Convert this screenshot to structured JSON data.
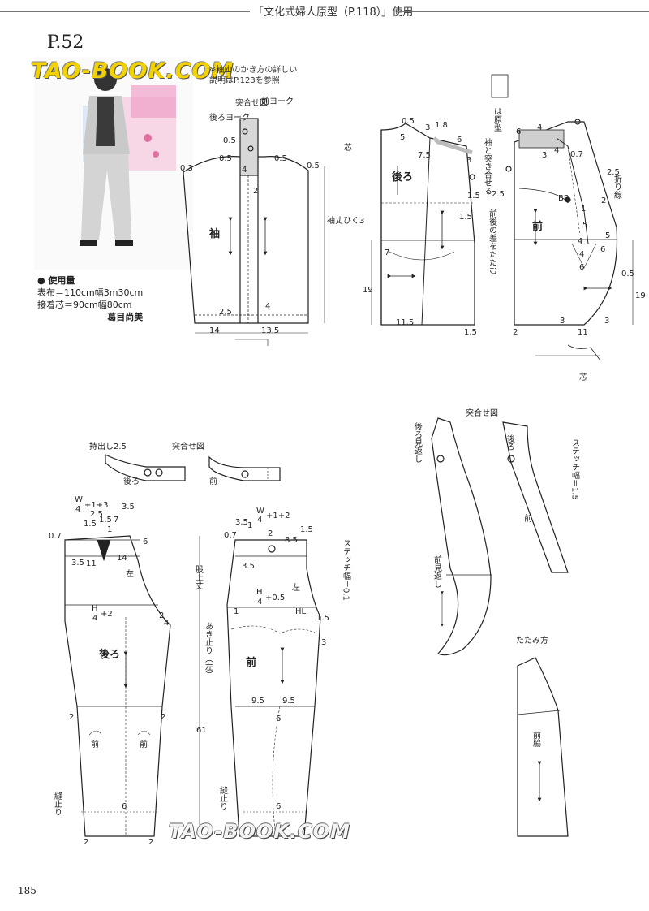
{
  "header": {
    "title": "「文化式婦人原型（P.118）」使用"
  },
  "page_ref": "P.52",
  "watermark_top": "TAO-BOOK.COM",
  "watermark_bottom": "TAO-BOOK.COM",
  "note_lines": [
    "※袖山のかき方の詳しい",
    "説明はP.123を参照"
  ],
  "materials": {
    "heading": "● 使用量",
    "fabric": "表布＝110cm幅3m30cm",
    "interfacing": "接着芯＝90cm幅80cm",
    "author": "葛目尚美"
  },
  "page_number": "185",
  "sleeve": {
    "merge": "突合せ図",
    "yoke_back": "後ろヨーク",
    "yoke_front": "前ヨーク",
    "label": "袖",
    "length_label": "袖丈ひく3",
    "dims": [
      "0.5",
      "0.5",
      "0.5",
      "0.3",
      "0.5",
      "4",
      "2",
      "2.5",
      "4",
      "14",
      "13.5"
    ]
  },
  "bodice": {
    "back": "後ろ",
    "front": "前",
    "shin": "芯",
    "shin2": "芯",
    "legend_genkei": "は原型",
    "note_sleeve_join": "袖と突き合せる",
    "note_dart": "前後の差をたたむ",
    "fold_line": "折り線",
    "bp": "BP",
    "back_dims": [
      "0.5",
      "3",
      "1.8",
      "5",
      "7.5",
      "6",
      "3",
      "1.5",
      "7",
      "19",
      "11.5",
      "1.5",
      "1.5"
    ],
    "front_dims": [
      "6",
      "4",
      "3",
      "4",
      "0.7",
      "2.5",
      "1",
      "2",
      "5",
      "5",
      "4",
      "6",
      "4",
      "6",
      "0.5",
      "19",
      "3",
      "3",
      "2",
      "11",
      "2.5"
    ]
  },
  "waistband": {
    "extension": "持出し2.5",
    "merge": "突合せ図",
    "back": "後ろ",
    "front": "前"
  },
  "pants_back": {
    "label": "後ろ",
    "side": "左",
    "front_ref1": "前",
    "front_ref2": "前",
    "stitch_stop": "縫止り",
    "waist_w": "W",
    "waist_div": "4",
    "waist_add": "+1+3",
    "hip_h": "H",
    "hip_div": "4",
    "hip_add": "+2",
    "dims": [
      "3.5",
      "2.5",
      "1.5",
      "1.5",
      "7",
      "1",
      "0.7",
      "6",
      "3.5",
      "11",
      "14",
      "2",
      "4",
      "2",
      "2",
      "6",
      "2",
      "2"
    ]
  },
  "pants_front": {
    "label": "前",
    "side": "左",
    "hl": "HL",
    "rise": "股上丈",
    "opening": "あき止り（左）",
    "stitch_stop": "縫止り",
    "stitch_width": "ステッチ幅＝0.1",
    "waist_w": "W",
    "waist_div": "4",
    "waist_add": "+1+2",
    "hip_h": "H",
    "hip_div": "4",
    "hip_add": "+0.5",
    "dims": [
      "3.5",
      "1",
      "1.5",
      "0.7",
      "2",
      "8.5",
      "3.5",
      "1",
      "1.5",
      "3",
      "9.5",
      "9.5",
      "6",
      "61",
      "6"
    ]
  },
  "facings": {
    "merge": "突合せ図",
    "back_facing": "後ろ見返し",
    "front_facing": "前見返し",
    "back_ref": "後ろ",
    "front_ref": "前",
    "stitch": "ステッチ幅＝1.5"
  },
  "folding": {
    "title": "たたみ方",
    "label": "前脇"
  }
}
